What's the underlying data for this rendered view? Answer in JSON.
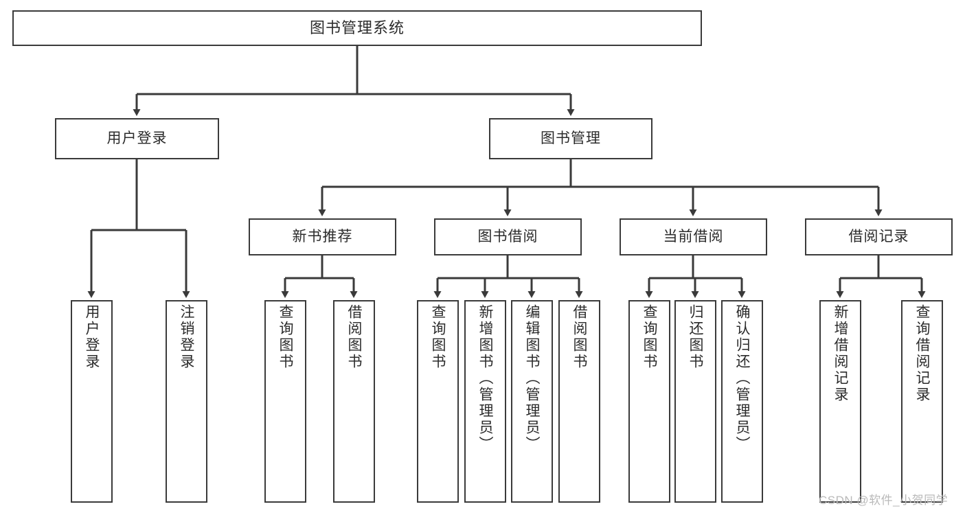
{
  "diagram": {
    "type": "tree-hierarchy-chart",
    "title": "图书管理系统",
    "line_color": "#3a3a3a",
    "box_fill": "#ffffff",
    "text_color": "#2b2b2b",
    "nodes": {
      "root": {
        "label": "图书管理系统"
      },
      "level2": [
        {
          "label": "用户登录"
        },
        {
          "label": "图书管理"
        }
      ],
      "level3": [
        {
          "label": "新书推荐"
        },
        {
          "label": "图书借阅"
        },
        {
          "label": "当前借阅"
        },
        {
          "label": "借阅记录"
        }
      ],
      "leaves": {
        "user_login": [
          {
            "label": "用户登录"
          },
          {
            "label": "注销登录"
          }
        ],
        "new_book_recommend": [
          {
            "label": "查询图书"
          },
          {
            "label": "借阅图书"
          }
        ],
        "book_borrow": [
          {
            "label": "查询图书"
          },
          {
            "label": "新增图书（管理员）"
          },
          {
            "label": "编辑图书（管理员）"
          },
          {
            "label": "借阅图书"
          }
        ],
        "current_borrow": [
          {
            "label": "查询图书"
          },
          {
            "label": "归还图书"
          },
          {
            "label": "确认归还（管理员）"
          }
        ],
        "borrow_record": [
          {
            "label": "新增借阅记录"
          },
          {
            "label": "查询借阅记录"
          }
        ]
      }
    }
  },
  "watermark": {
    "text": "CSDN @软件_小贺同学",
    "color": "#b9b9b9"
  }
}
